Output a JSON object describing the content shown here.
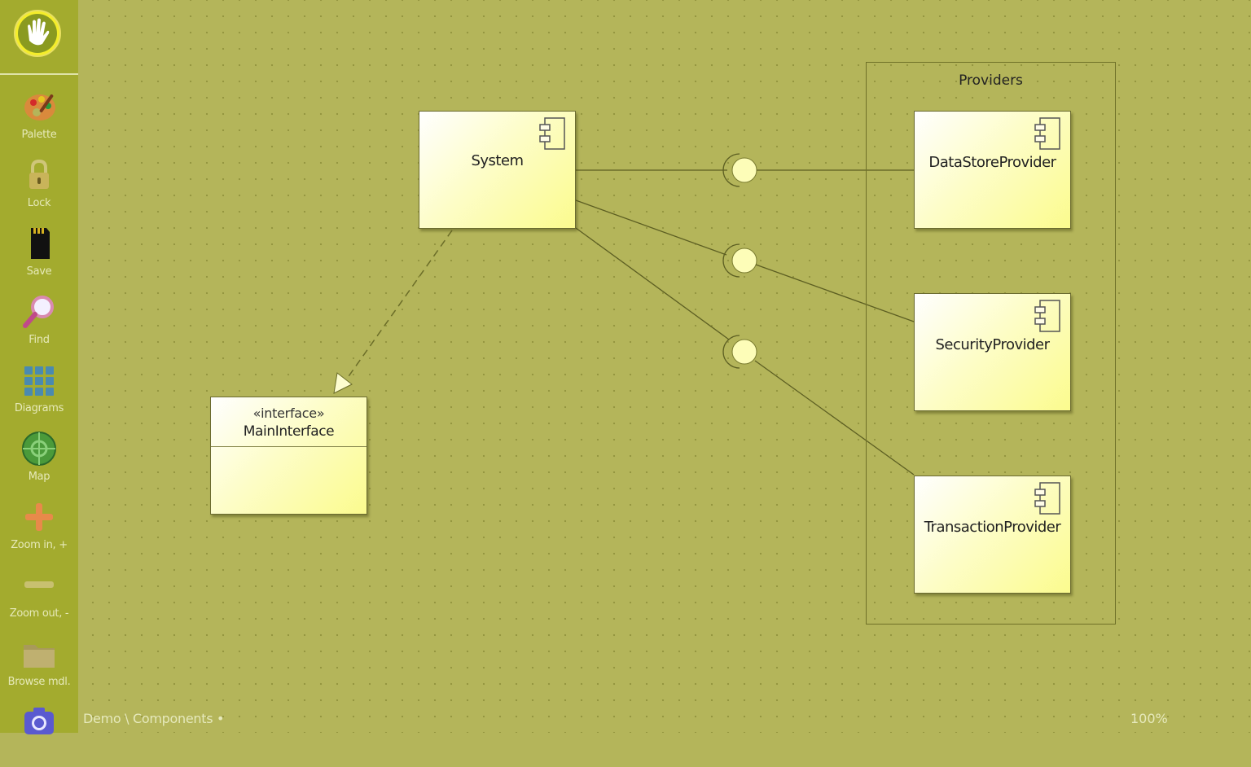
{
  "sidebar": {
    "logo": "hand-logo-icon",
    "tools": [
      {
        "label": "Palette",
        "icon": "palette-icon"
      },
      {
        "label": "Lock",
        "icon": "lock-icon"
      },
      {
        "label": "Save",
        "icon": "sd-card-icon"
      },
      {
        "label": "Find",
        "icon": "magnifier-icon"
      },
      {
        "label": "Diagrams",
        "icon": "grid-icon"
      },
      {
        "label": "Map",
        "icon": "compass-icon"
      },
      {
        "label": "Zoom in, +",
        "icon": "plus-icon"
      },
      {
        "label": "Zoom out, -",
        "icon": "minus-icon"
      },
      {
        "label": "Browse mdl.",
        "icon": "folder-icon"
      },
      {
        "label": "",
        "icon": "camera-icon"
      }
    ]
  },
  "diagram": {
    "package": {
      "name": "Providers"
    },
    "components": [
      {
        "id": "system",
        "name": "System"
      },
      {
        "id": "datastore",
        "name": "DataStoreProvider"
      },
      {
        "id": "security",
        "name": "SecurityProvider"
      },
      {
        "id": "transaction",
        "name": "TransactionProvider"
      }
    ],
    "interface": {
      "stereotype": "«interface»",
      "name": "MainInterface"
    }
  },
  "statusbar": {
    "path": "Demo \\ Components •",
    "zoom": "100%"
  },
  "colors": {
    "sidebar_bg": "#a3ab2e",
    "canvas_bg": "#b4b55a",
    "element_fill": "#fdfdc8",
    "line": "#5c5e22"
  }
}
